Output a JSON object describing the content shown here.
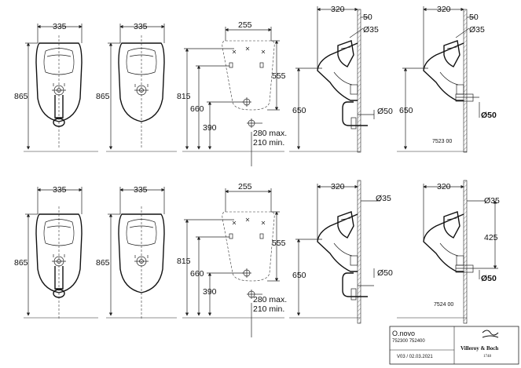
{
  "dims": {
    "w335": "335",
    "h865": "865",
    "w255": "255",
    "h815": "815",
    "h660": "660",
    "h390": "390",
    "h555": "555",
    "max280": "280 max.",
    "min210": "210 min.",
    "w320": "320",
    "w50": "50",
    "d35": "Ø35",
    "h650": "650",
    "d50": "Ø50",
    "h425": "425"
  },
  "codes": {
    "top": "7523 00",
    "bottom": "7524 00"
  },
  "titleblock": {
    "product": "O.novo",
    "articles": "752300   752400",
    "version": "V03 / 02.03.2021",
    "brand": "Villeroy & Boch",
    "brand_year": "1748"
  }
}
